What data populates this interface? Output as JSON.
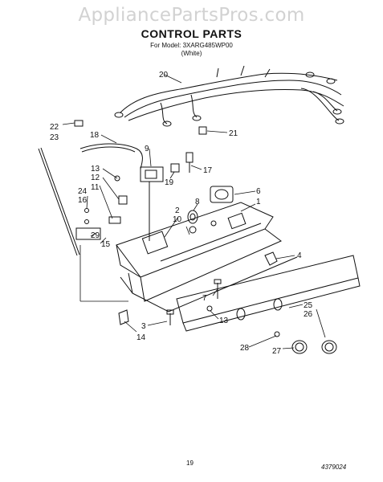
{
  "header": {
    "watermark": "AppliancePartsPros.com",
    "title": "CONTROL PARTS",
    "model_line": "For Model: 3XARG485WP00",
    "color_line": "(White)"
  },
  "callouts": [
    "20",
    "22",
    "23",
    "18",
    "9",
    "21",
    "13",
    "12",
    "11",
    "24",
    "16",
    "29",
    "15",
    "17",
    "19",
    "8",
    "6",
    "1",
    "2",
    "10",
    "4",
    "7",
    "25",
    "26",
    "3",
    "14",
    "13",
    "27",
    "28"
  ],
  "footer": {
    "page_number": "19",
    "doc_number": "4379024"
  }
}
